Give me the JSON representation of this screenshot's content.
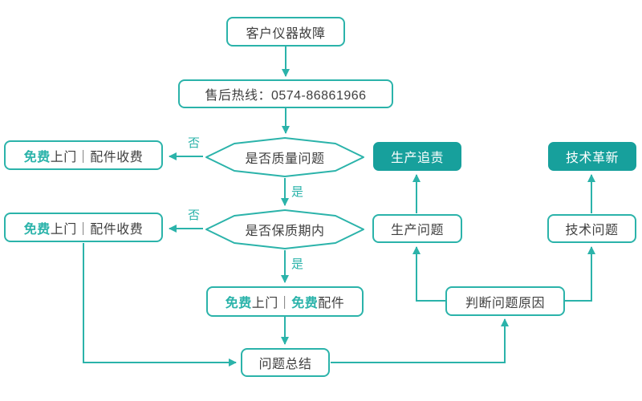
{
  "palette": {
    "teal": "#2bb3aa",
    "teal_dark": "#17a09c",
    "text": "#3f3f3f",
    "background": "#ffffff"
  },
  "labels": {
    "yes": "是",
    "no": "否"
  },
  "nodes": {
    "start": {
      "label": "客户仪器故障"
    },
    "hotline": {
      "label": "售后热线：0574-86861966"
    },
    "decision_quality": {
      "label": "是否质量问题"
    },
    "decision_warranty": {
      "label": "是否保质期内"
    },
    "free_visit_paid_parts_1": {
      "free": "免费",
      "rest": "上门｜配件收费"
    },
    "free_visit_paid_parts_2": {
      "free": "免费",
      "rest": "上门｜配件收费"
    },
    "free_visit_free_parts": {
      "p1": "免费",
      "p2": "上门｜",
      "p3": "免费",
      "p4": "配件"
    },
    "summary": {
      "label": "问题总结"
    },
    "judge_cause": {
      "label": "判断问题原因"
    },
    "production_problem": {
      "label": "生产问题"
    },
    "tech_problem": {
      "label": "技术问题"
    },
    "production_accountability": {
      "label": "生产追责"
    },
    "tech_innovation": {
      "label": "技术革新"
    }
  }
}
